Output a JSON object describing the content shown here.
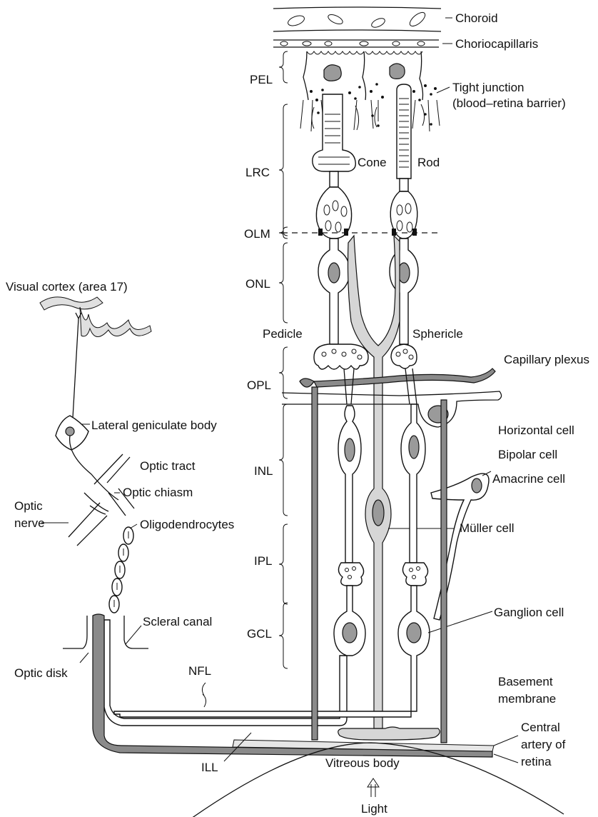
{
  "labels": {
    "choroid": "Choroid",
    "choriocapillaris": "Choriocapillaris",
    "pel": "PEL",
    "tight_junction_1": "Tight junction",
    "tight_junction_2": "(blood–retina barrier)",
    "lrc": "LRC",
    "cone": "Cone",
    "rod": "Rod",
    "olm": "OLM",
    "onl": "ONL",
    "visual_cortex": "Visual cortex (area 17)",
    "pedicle": "Pedicle",
    "sphericle": "Sphericle",
    "capillary_plexus": "Capillary plexus",
    "opl": "OPL",
    "lateral_geniculate": "Lateral geniculate body",
    "horizontal_cell": "Horizontal cell",
    "bipolar_cell": "Bipolar cell",
    "optic_tract": "Optic tract",
    "inl": "INL",
    "amacrine_cell": "Amacrine cell",
    "optic_nerve_1": "Optic",
    "optic_nerve_2": "nerve",
    "optic_chiasm": "Optic chiasm",
    "muller_cell": "Müller cell",
    "oligodendrocytes": "Oligodendrocytes",
    "ipl": "IPL",
    "scleral_canal": "Scleral canal",
    "gcl": "GCL",
    "ganglion_cell": "Ganglion cell",
    "nfl": "NFL",
    "basement_1": "Basement",
    "basement_2": "membrane",
    "optic_disk": "Optic disk",
    "central_artery_1": "Central",
    "central_artery_2": "artery of",
    "central_artery_3": "retina",
    "ill": "ILL",
    "vitreous_body": "Vitreous body",
    "light": "Light"
  }
}
